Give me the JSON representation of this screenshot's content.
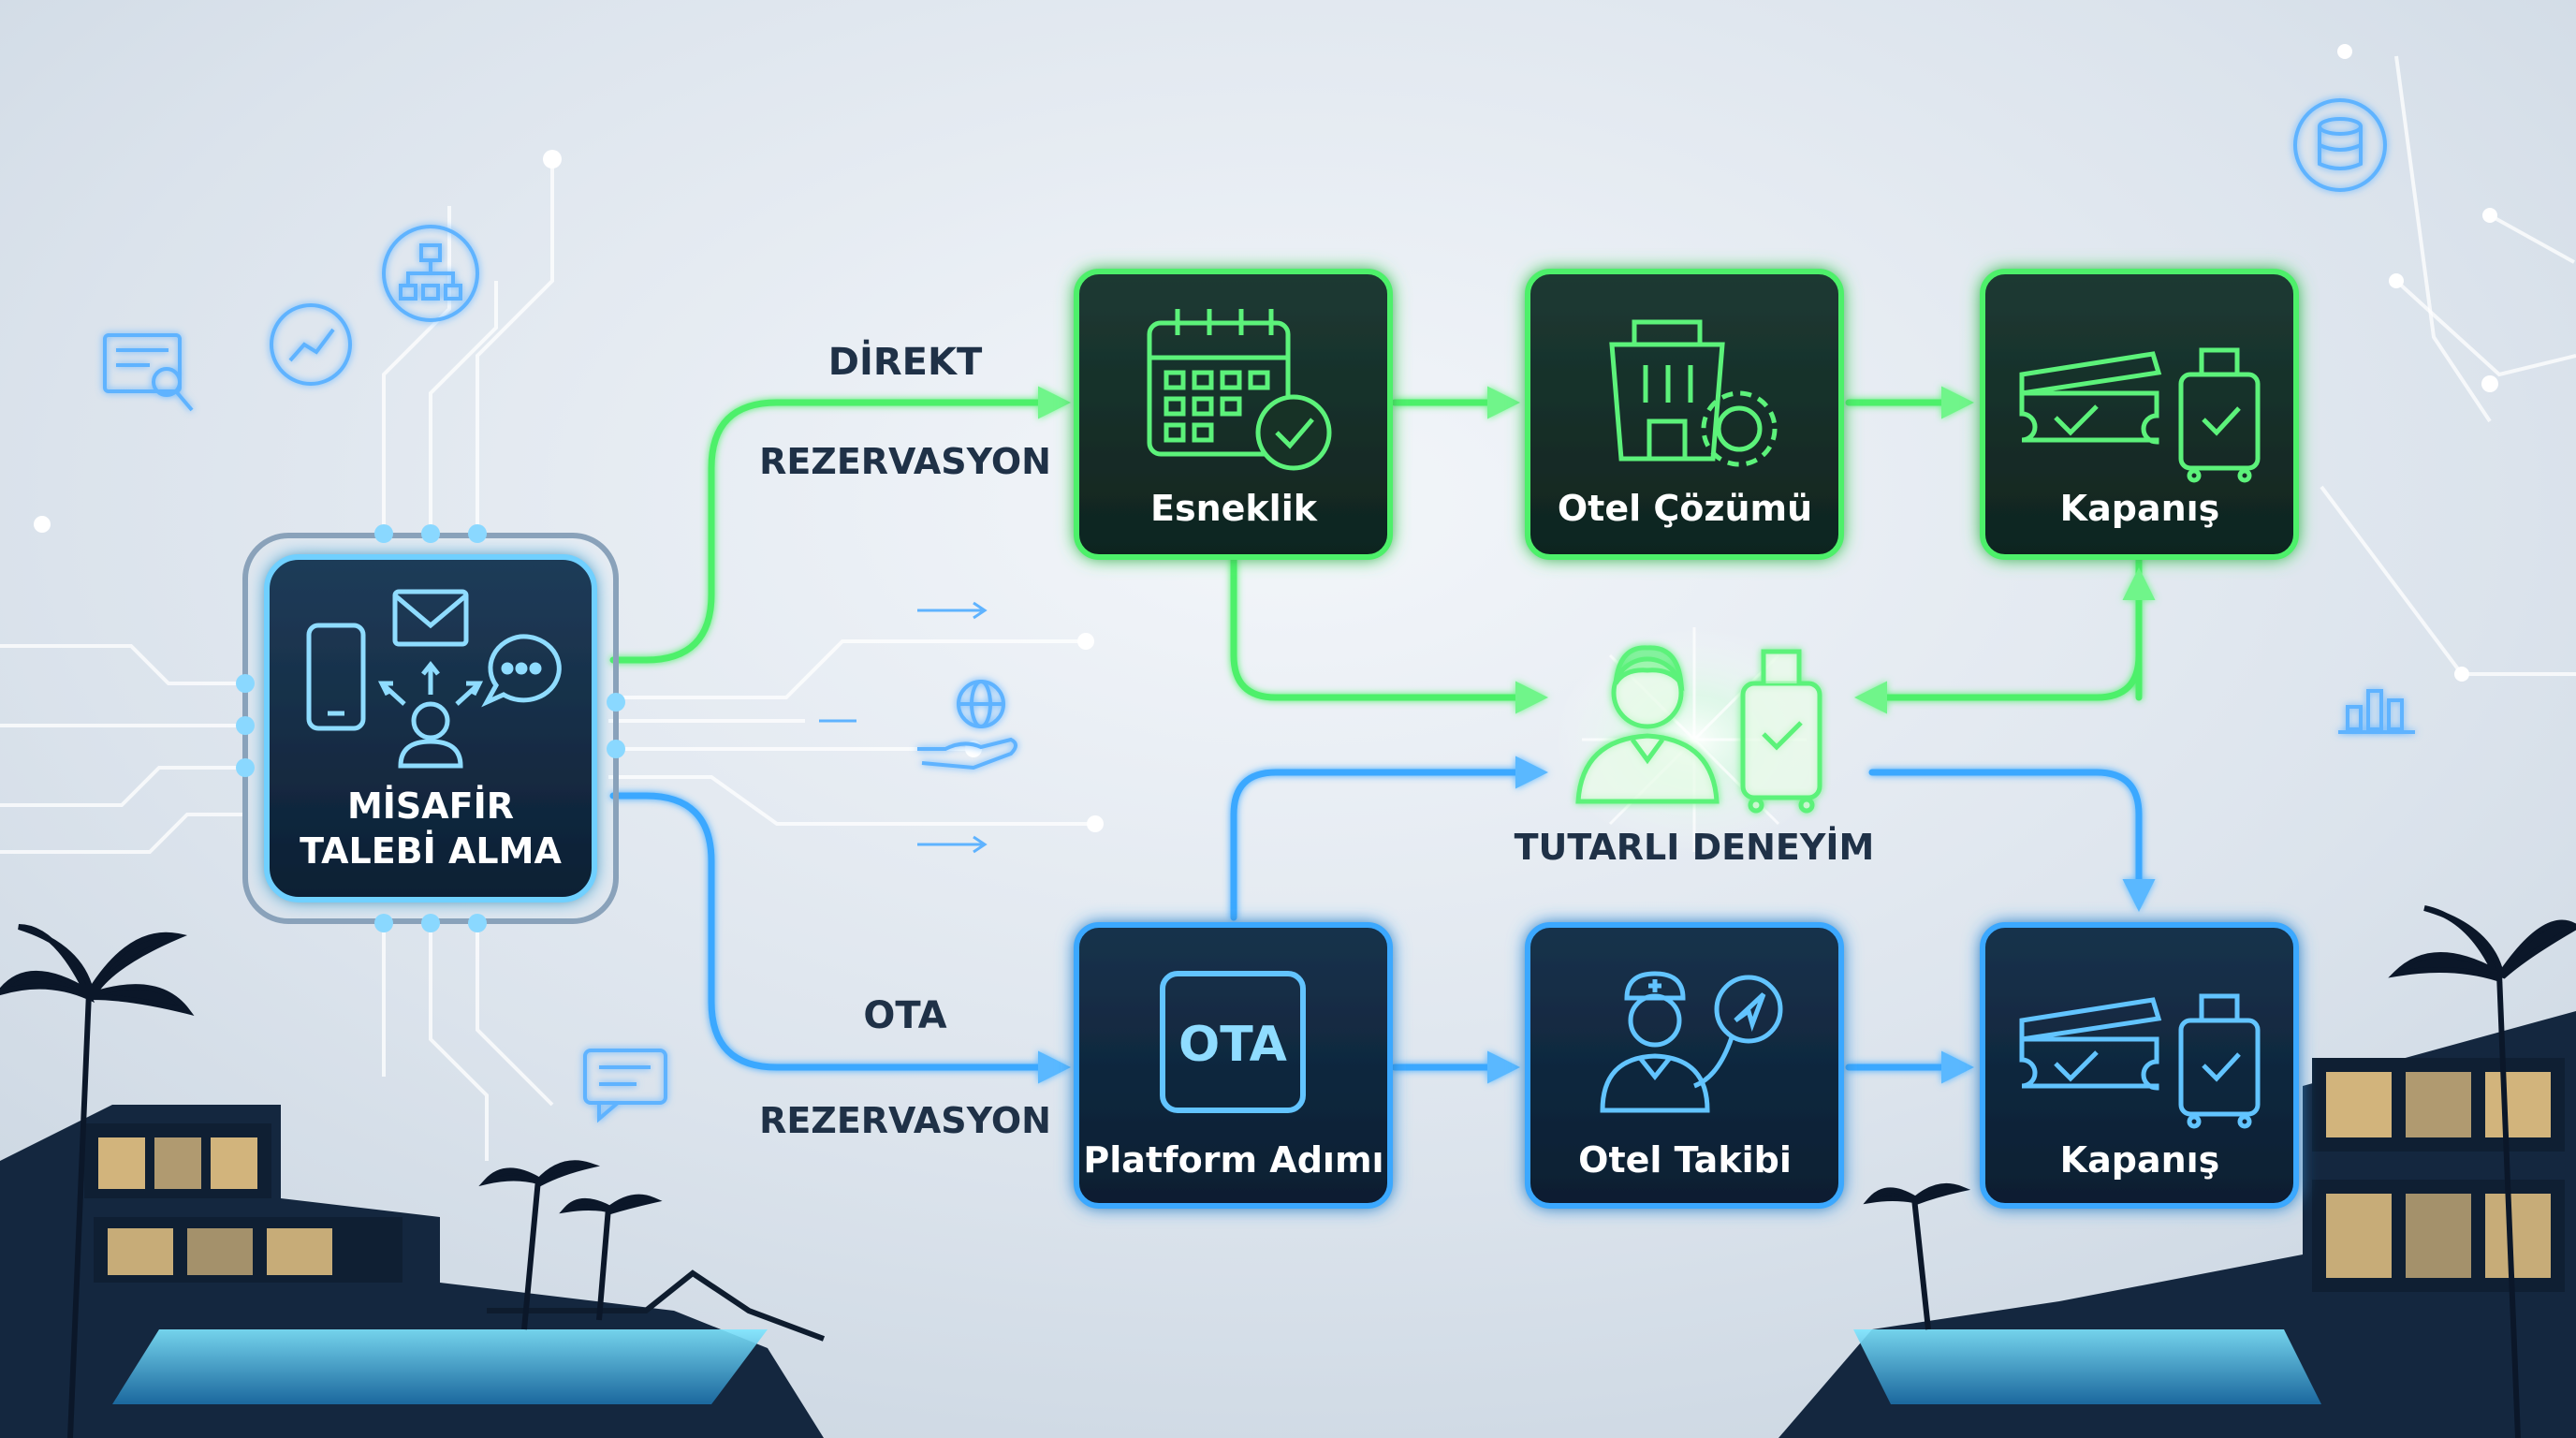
{
  "source": {
    "label_line1": "MİSAFİR",
    "label_line2": "TALEBİ ALMA",
    "icons": [
      "smartphone-icon",
      "envelope-icon",
      "chat-bubble-icon",
      "user-icon"
    ]
  },
  "branches": {
    "direct": {
      "label_line1": "DİREKT",
      "label_line2": "REZERVASYON",
      "color": "#4ef06a",
      "steps": [
        {
          "label": "Esneklik",
          "icon": "calendar-check-icon"
        },
        {
          "label": "Otel Çözümü",
          "icon": "hotel-gear-icon"
        },
        {
          "label": "Kapanış",
          "icon": "ticket-luggage-icon"
        }
      ]
    },
    "ota": {
      "label_line1": "OTA",
      "label_line2": "REZERVASYON",
      "color": "#3aa8ff",
      "steps": [
        {
          "label": "Platform Adımı",
          "icon": "ota-badge-icon",
          "badge_text": "OTA"
        },
        {
          "label": "Otel Takibi",
          "icon": "staff-compass-icon"
        },
        {
          "label": "Kapanış",
          "icon": "ticket-luggage-icon"
        }
      ]
    }
  },
  "center": {
    "label": "TUTARLI DENEYİM",
    "icon": "guest-luggage-icon"
  },
  "decor_icons": [
    "document-search-icon",
    "chart-line-icon",
    "org-chart-icon",
    "database-icon",
    "bar-chart-icon",
    "globe-hand-icon",
    "chat-screen-icon",
    "palm-villa-left",
    "palm-villa-right"
  ],
  "colors": {
    "background": "#dde5ee",
    "panel": "#10263a",
    "green": "#4ef06a",
    "blue": "#3aa8ff",
    "label_dark": "#1f3147"
  }
}
